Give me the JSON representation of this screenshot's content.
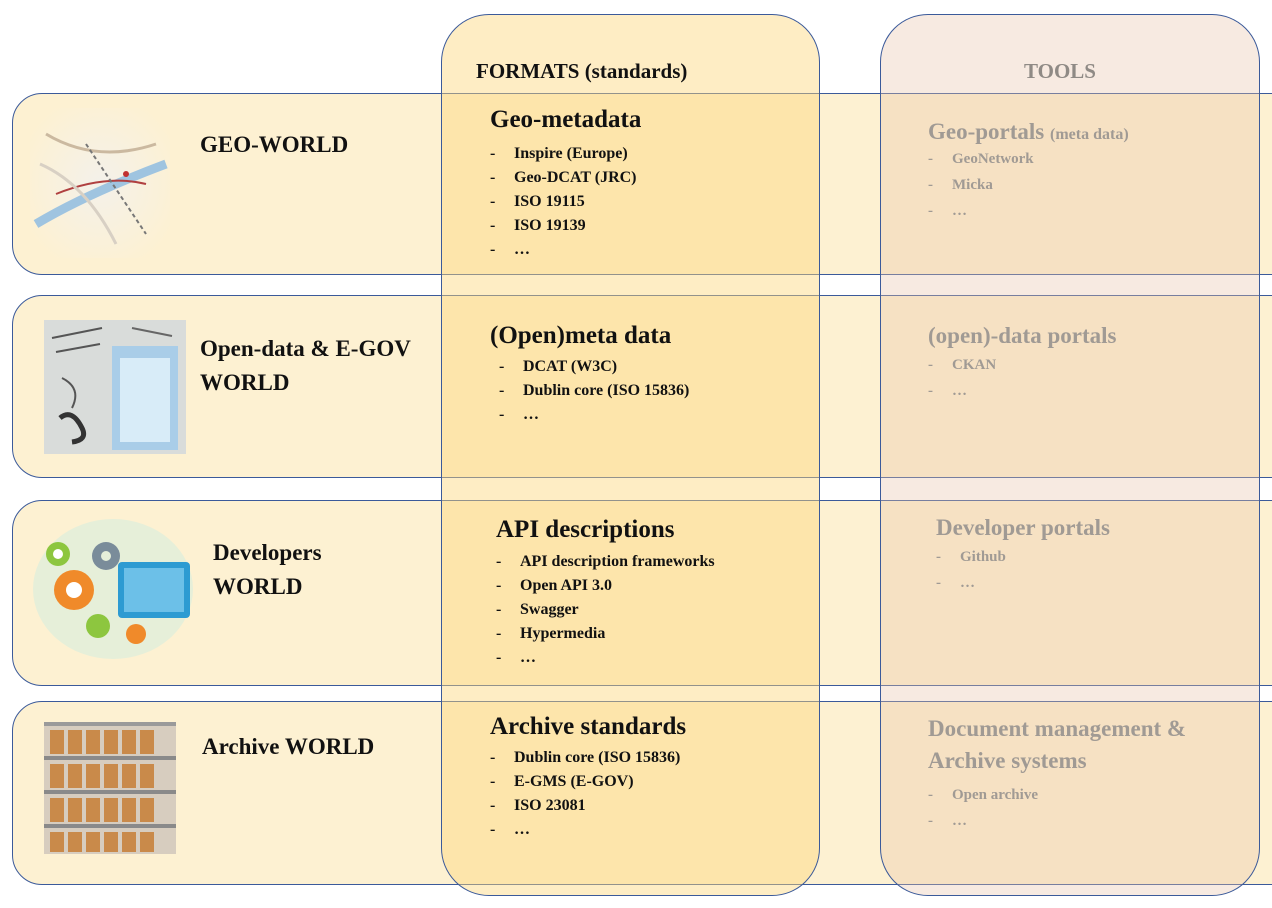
{
  "columns": {
    "formats_header": "FORMATS (standards)",
    "tools_header": "TOOLS"
  },
  "rows": [
    {
      "world": "GEO-WORLD",
      "format_title": "Geo-metadata",
      "formats": [
        "Inspire (Europe)",
        "Geo-DCAT (JRC)",
        "ISO 19115",
        "ISO 19139",
        "…"
      ],
      "tool_title": "Geo-portals",
      "tool_title_note": "(meta data)",
      "tools": [
        "GeoNetwork",
        "Micka",
        "…"
      ],
      "icon": "map-illustration"
    },
    {
      "world": "Open-data & E-GOV WORLD",
      "format_title": "(Open)meta data",
      "formats": [
        "DCAT (W3C)",
        "Dublin core (ISO 15836)",
        "…"
      ],
      "tool_title": "(open)-data portals",
      "tools": [
        "CKAN",
        "…"
      ],
      "icon": "open-data-illustration"
    },
    {
      "world": "Developers WORLD",
      "format_title": "API descriptions",
      "formats": [
        "API description frameworks",
        "Open API 3.0",
        "Swagger",
        "Hypermedia",
        "…"
      ],
      "tool_title": "Developer portals",
      "tools": [
        "Github",
        "…"
      ],
      "icon": "gears-illustration"
    },
    {
      "world": "Archive WORLD",
      "format_title": "Archive standards",
      "formats": [
        "Dublin core (ISO 15836)",
        "E-GMS (E-GOV)",
        "ISO 23081",
        "…"
      ],
      "tool_title": "Document management & Archive systems",
      "tools": [
        "Open archive",
        "…"
      ],
      "icon": "archive-shelves-illustration"
    }
  ]
}
